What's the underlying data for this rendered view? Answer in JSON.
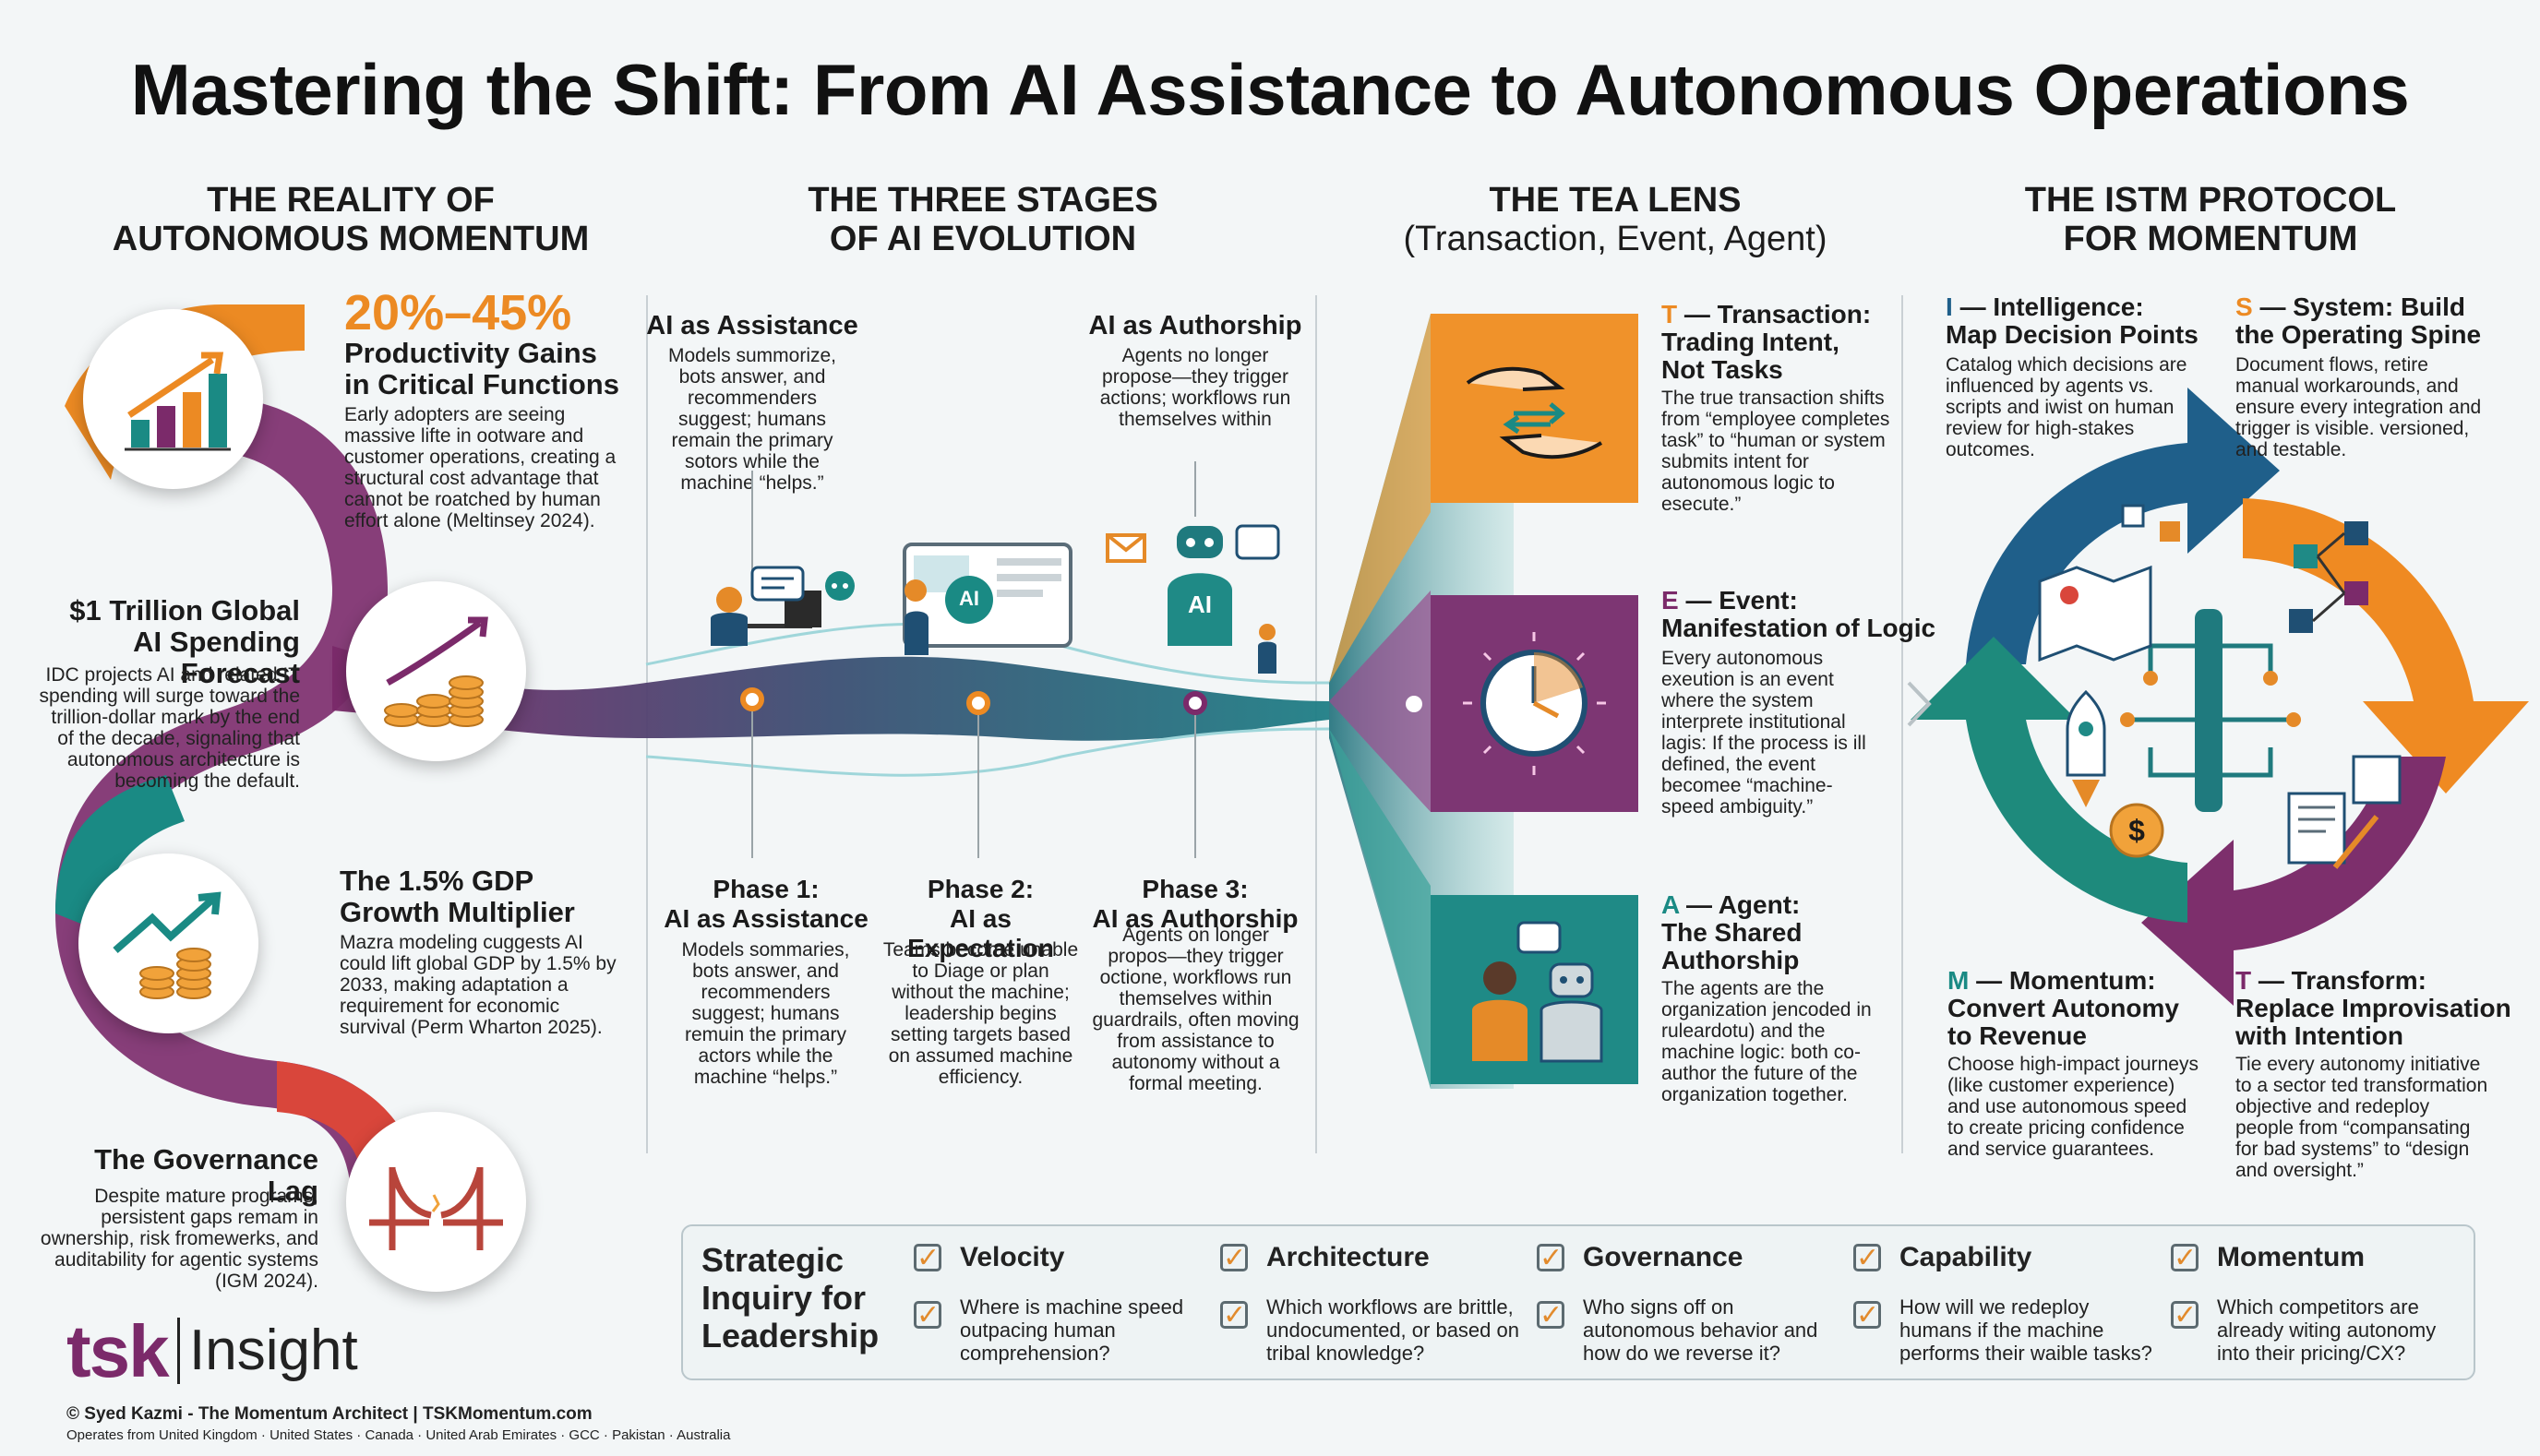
{
  "title": "Mastering the Shift: From AI Assistance to Autonomous Operations",
  "colors": {
    "orange": "#ec8a23",
    "purple": "#7b2a6a",
    "teal": "#1a8a84",
    "red": "#d9463b",
    "navy": "#0e4a6e"
  },
  "col1": {
    "heading_line1": "THE REALITY OF",
    "heading_line2": "AUTONOMOUS MOMENTUM",
    "stat1": {
      "value": "20%–45%",
      "title_line1": "Productivity Gains",
      "title_line2": "in Critical Functions",
      "body": "Early adopters are seeing massive lifte in ootware and customer operations, creating a structural cost advantage that cannot be roatched by human effort alone (Meltinsey 2024)."
    },
    "stat2": {
      "title_line1": "$1 Trillion Global",
      "title_line2": "AI Spending Forecast",
      "body": "IDC projects AI and related IT spending will surge toward the trillion-dollar mark by the end of the decade, signaling that autonomous architecture is becoming the default."
    },
    "stat3": {
      "title_line1": "The 1.5% GDP",
      "title_line2": "Growth Multiplier",
      "body": "Mazra modeling cuggests AI could lift global GDP by 1.5% by 2033, making adaptation a requirement for economic survival (Perm Wharton 2025)."
    },
    "stat4": {
      "title": "The Governance Lag",
      "body": "Despite mature programs, persistent gaps remam in ownership, risk fromewerks, and auditability for agentic systems (IGM 2024)."
    }
  },
  "col2": {
    "heading_line1": "THE THREE STAGES",
    "heading_line2": "OF AI EVOLUTION",
    "top_left": {
      "title": "AI as Assistance",
      "body": "Models summorize, bots answer, and recommenders suggest; humans remain the primary sotors while the machine “helps.”"
    },
    "top_right": {
      "title": "AI as Authorship",
      "body": "Agents no longer propose—they trigger actions; workflows run themselves within"
    },
    "ai_label": "AI",
    "phase1": {
      "title_line1": "Phase 1:",
      "title_line2": "AI as Assistance",
      "body": "Models sommaries, bots answer, and recommenders suggest; humans remuin the primary actors while the machine “helps.”"
    },
    "phase2": {
      "title_line1": "Phase 2:",
      "title_line2": "AI as Expectation",
      "body": "Teams become unable to Diage or plan without the machine; leadership begins setting targets based on assumed machine efficiency."
    },
    "phase3": {
      "title_line1": "Phase 3:",
      "title_line2": "AI as Authorship",
      "body": "Agents on longer propos—they trigger octione, workflows run themselves within guardrails, often moving from assistance to autonomy without a formal meeting."
    }
  },
  "col3": {
    "heading_line1": "THE TEA LENS",
    "heading_line2": "(Transaction, Event, Agent)",
    "t": {
      "letter": "T",
      "title_line1": "— Transaction:",
      "title_line2": "Trading Intent,",
      "title_line3": "Not Tasks",
      "body": "The true transaction shifts from “employee completes task” to “human or system submits intent for autonomous logic to esecute.”"
    },
    "e": {
      "letter": "E",
      "title_line1": "— Event:",
      "title_line2": "Manifestation of Logic",
      "body": "Every autonomous exeution is an event where the system interprete institutional lagis: If the process is ill defined, the event becomee “machine-speed ambiguity.”"
    },
    "a": {
      "letter": "A",
      "title_line1": "— Agent:",
      "title_line2": "The Shared",
      "title_line3": "Authorship",
      "body": "The agents are the organization jencoded in ruleardotu) and the machine logic: both co-author the future of the organization together."
    }
  },
  "col4": {
    "heading_line1": "THE ISTM PROTOCOL",
    "heading_line2": "FOR MOMENTUM",
    "i": {
      "letter": "I",
      "title_line1": "— Intelligence:",
      "title_line2": "Map Decision Points",
      "body": "Catalog which decisions are influenced by agents vs. scripts and iwist on human review for high-stakes outcomes."
    },
    "s": {
      "letter": "S",
      "title_line1": "— System: Build",
      "title_line2": "the Operating Spine",
      "body": "Document flows, retire manual workarounds, and ensure every integration and trigger is visible. versioned, and testable."
    },
    "m": {
      "letter": "M",
      "title_line1": "— Momentum:",
      "title_line2": "Convert Autonomy",
      "title_line3": "to Revenue",
      "body": "Choose high-impact journeys (like customer experience) and use autonomous speed to create pricing confidence and service guarantees."
    },
    "t": {
      "letter": "T",
      "title_line1": "— Transform:",
      "title_line2": "Replace Improvisation",
      "title_line3": "with Intention",
      "body": "Tie every autonomy initiative to a sector ted transformation objective and redeploy people from “compansating for bad systems” to “design and oversight.”"
    }
  },
  "inquiry": {
    "label_line1": "Strategic",
    "label_line2": "Inquiry for",
    "label_line3": "Leadership",
    "items": [
      {
        "head": "Velocity",
        "q": "Where is machine speed outpacing human comprehension?"
      },
      {
        "head": "Architecture",
        "q": "Which workflows are brittle, undocumented, or based on tribal knowledge?"
      },
      {
        "head": "Governance",
        "q": "Who signs off on autonomous behavior and how do we reverse it?"
      },
      {
        "head": "Capability",
        "q": "How will we redeploy humans if the machine performs their waible tasks?"
      },
      {
        "head": "Momentum",
        "q": "Which competitors are already witing autonomy into their pricing/CX?"
      }
    ]
  },
  "brand": {
    "logo_text": "tsk",
    "insight": "Insight",
    "copyright": "© Syed Kazmi - The Momentum Architect | TSKMomentum.com",
    "operates": "Operates from United Kingdom · United States · Canada · United Arab Emirates · GCC · Pakistan · Australia"
  }
}
